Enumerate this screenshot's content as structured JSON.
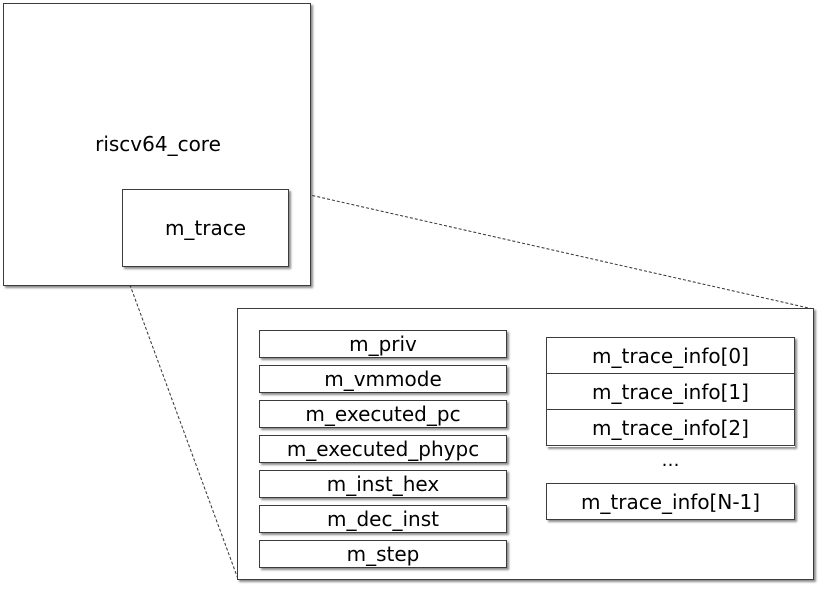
{
  "core": {
    "label": "riscv64_core"
  },
  "trace": {
    "label": "m_trace"
  },
  "fields": [
    "m_priv",
    "m_vmmode",
    "m_executed_pc",
    "m_executed_phypc",
    "m_inst_hex",
    "m_dec_inst",
    "m_step"
  ],
  "trace_info": [
    "m_trace_info[0]",
    "m_trace_info[1]",
    "m_trace_info[2]"
  ],
  "ellipsis": "…",
  "trace_info_last": "m_trace_info[N-1]"
}
